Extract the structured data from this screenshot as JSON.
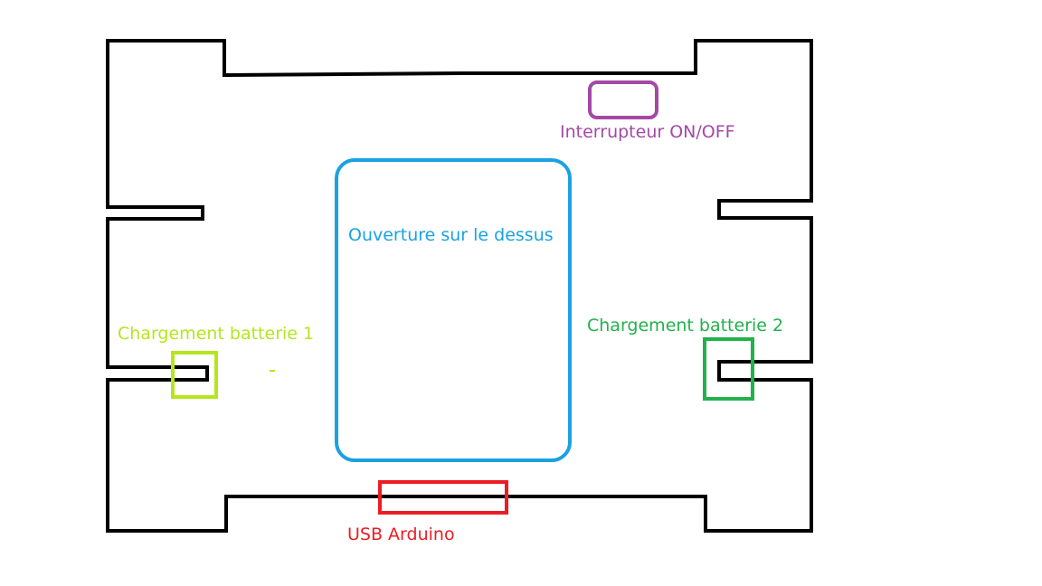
{
  "labels": {
    "switch": "Interrupteur ON/OFF",
    "opening": "Ouverture sur le dessus",
    "battery1": "Chargement batterie 1",
    "battery2": "Chargement batterie 2",
    "usb": "USB Arduino"
  },
  "colors": {
    "outline": "#000000",
    "switch": "#a349a4",
    "opening": "#1ba1e2",
    "battery1": "#b5e61d",
    "battery2": "#22b14c",
    "usb": "#ed1c24"
  }
}
